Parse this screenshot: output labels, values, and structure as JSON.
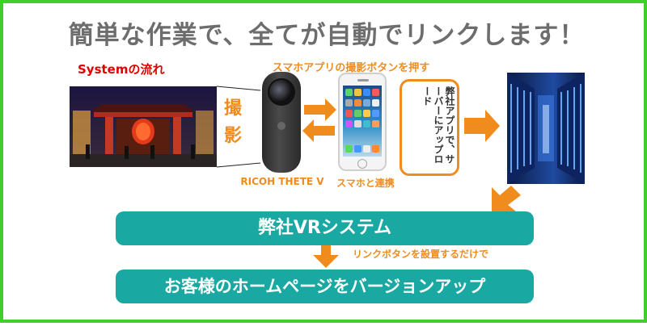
{
  "headline": "簡単な作業で、全てが自動でリンクします！",
  "system_label": "Systemの流れ",
  "top_caption": "スマホアプリの撮影ボタンを押す",
  "shoot_label": "撮影",
  "camera_label": "RICOH THETE V",
  "phone_label": "スマホと連携",
  "upload_text": "弊社アプリで、サーバーにアップロード",
  "bar1_text": "弊社VRシステム",
  "mid_caption": "リンクボタンを設置するだけで",
  "bar2_text": "お客様のホームページをバージョンアップ",
  "colors": {
    "frame": "#3fce2a",
    "accent_orange": "#f08c1e",
    "teal_bar": "#1aa8a2",
    "headline_gray": "#6d6d6d",
    "system_red": "#e00000"
  },
  "icons": [
    "camera-icon",
    "smartphone-icon",
    "server-rack-icon",
    "arrow-right-icon",
    "arrow-left-icon",
    "arrow-down-icon"
  ]
}
